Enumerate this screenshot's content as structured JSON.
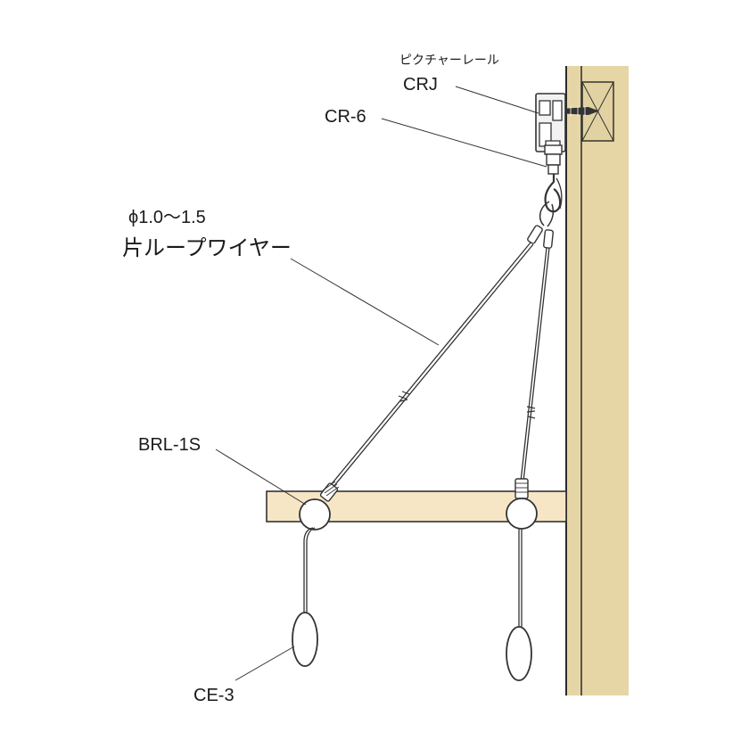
{
  "labels": {
    "rail_jp": "ピクチャーレール",
    "rail_code": "CRJ",
    "hook_code": "CR-6",
    "wire_size": "ϕ1.0〜1.5",
    "wire_jp": "片ループワイヤー",
    "bar_code": "BRL-1S",
    "weight_code": "CE-3"
  },
  "colors": {
    "wall": "#e6d6a6",
    "wall_edge": "#2a2a2a",
    "plank": "#f7e6c6",
    "rail_fill": "#f2f2f2",
    "block_fill": "#e2d2a2",
    "stroke": "#333333",
    "ball_fill": "#ffffff"
  }
}
